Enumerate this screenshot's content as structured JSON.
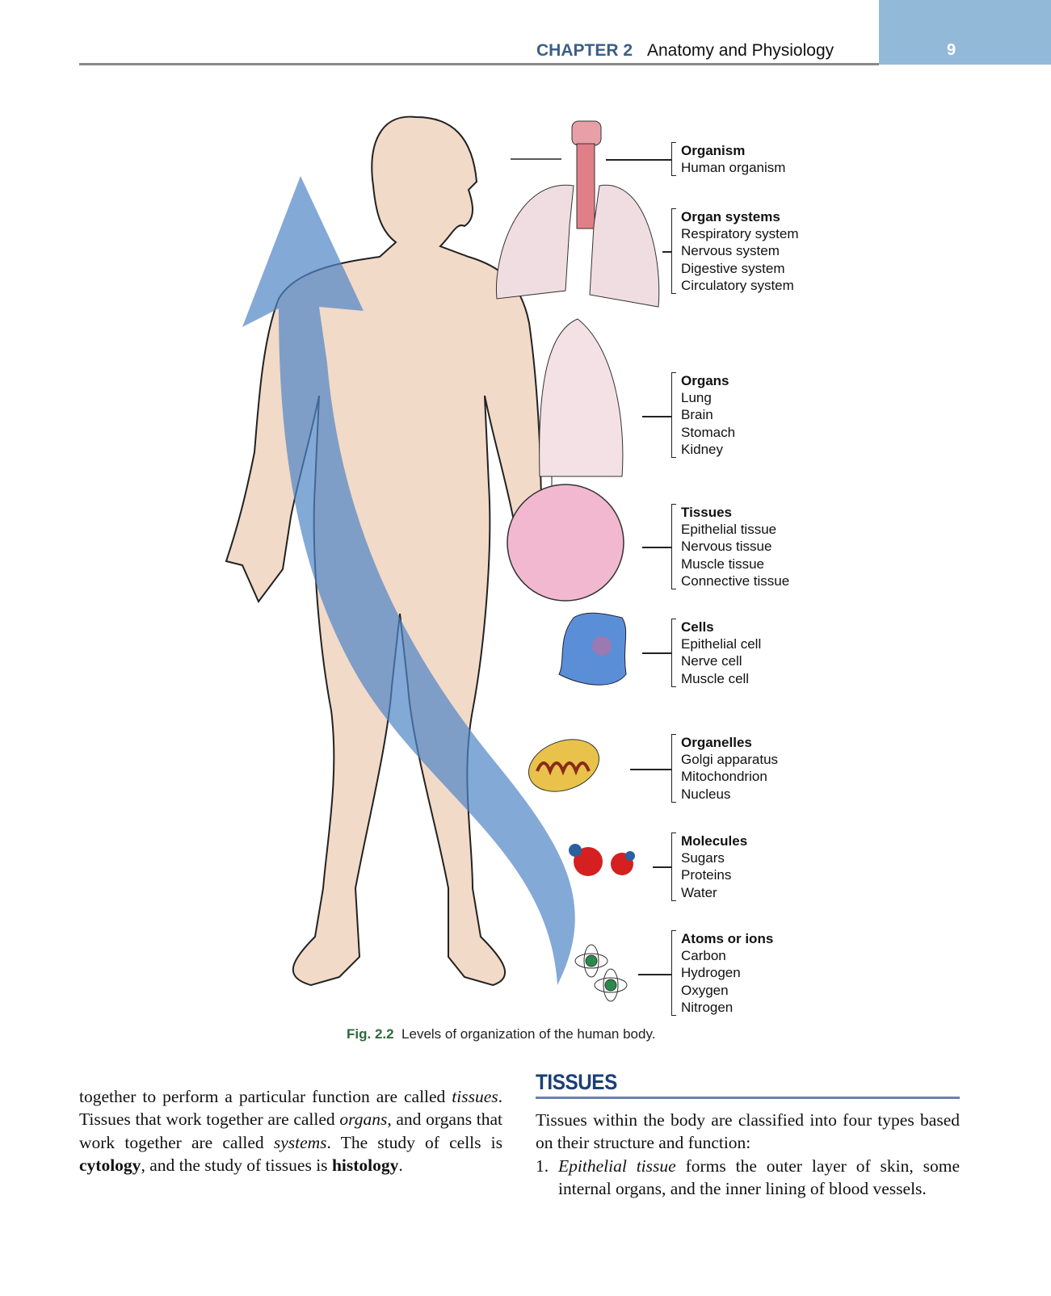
{
  "header": {
    "chapter": "CHAPTER 2",
    "title": "Anatomy and Physiology",
    "page": "9"
  },
  "figure": {
    "caption_label": "Fig. 2.2",
    "caption_text": "Levels of organization of the human body.",
    "levels": [
      {
        "title": "Organism",
        "items": [
          "Human organism"
        ]
      },
      {
        "title": "Organ systems",
        "items": [
          "Respiratory system",
          "Nervous system",
          "Digestive system",
          "Circulatory system"
        ]
      },
      {
        "title": "Organs",
        "items": [
          "Lung",
          "Brain",
          "Stomach",
          "Kidney"
        ]
      },
      {
        "title": "Tissues",
        "items": [
          "Epithelial tissue",
          "Nervous tissue",
          "Muscle tissue",
          "Connective tissue"
        ]
      },
      {
        "title": "Cells",
        "items": [
          "Epithelial cell",
          "Nerve cell",
          "Muscle cell"
        ]
      },
      {
        "title": "Organelles",
        "items": [
          "Golgi apparatus",
          "Mitochondrion",
          "Nucleus"
        ]
      },
      {
        "title": "Molecules",
        "items": [
          "Sugars",
          "Proteins",
          "Water"
        ]
      },
      {
        "title": "Atoms or ions",
        "items": [
          "Carbon",
          "Hydrogen",
          "Oxygen",
          "Nitrogen"
        ]
      }
    ]
  },
  "left_col": {
    "t1": "together to perform a particular function are called ",
    "i1": "tissues",
    "t2": ". Tissues that work together are called ",
    "i2": "organs",
    "t3": ", and organs that work together are called ",
    "i3": "systems",
    "t4": ". The study of cells is ",
    "b1": "cytology",
    "t5": ", and the study of tissues is ",
    "b2": "histology",
    "t6": "."
  },
  "right_col": {
    "heading": "TISSUES",
    "intro": "Tissues within the body are classified into four types based on their structure and function:",
    "item1_num": "1. ",
    "item1_term": "Epithelial tissue",
    "item1_text": " forms the outer layer of skin, some internal organs, and the inner lining of blood vessels."
  },
  "colors": {
    "accent": "#1c3f77",
    "tab": "#93b9d9",
    "skin": "#f2dac8",
    "arrow": "#5b8fcc"
  }
}
